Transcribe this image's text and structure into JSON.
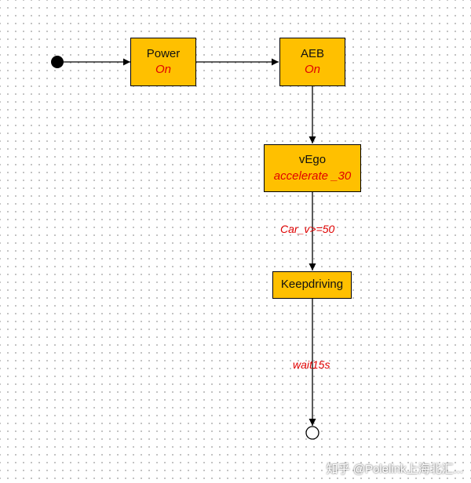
{
  "nodes": {
    "power": {
      "title": "Power",
      "state": "On"
    },
    "aeb": {
      "title": "AEB",
      "state": "On"
    },
    "vego": {
      "title": "vEgo",
      "state": "accelerate _30"
    },
    "keepdriving": {
      "title": "Keepdriving"
    }
  },
  "transitions": {
    "vego_to_keepdriving": "Car_v>=50",
    "keepdriving_to_end": "wait15s"
  },
  "colors": {
    "node_fill": "#ffc000",
    "state_text": "#e00000",
    "grid_dot": "#b4b4b4"
  },
  "watermark": "知乎 @Polelink上海北汇..."
}
